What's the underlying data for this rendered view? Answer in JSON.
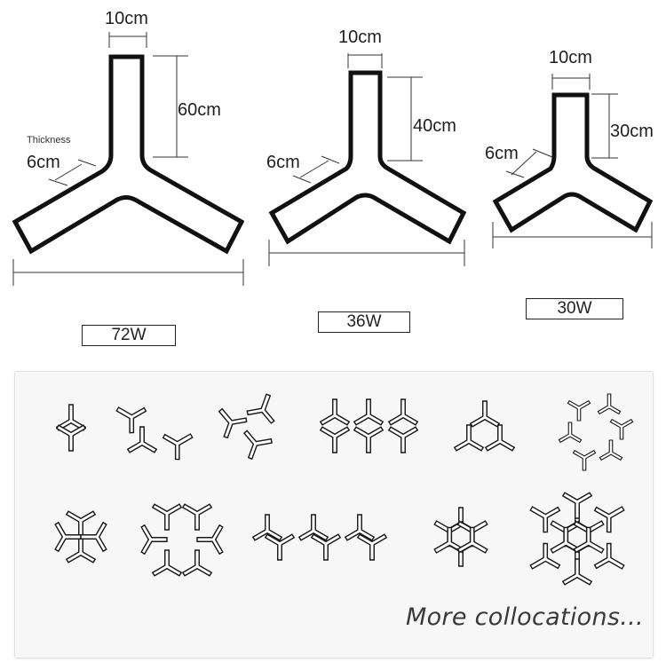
{
  "products": [
    {
      "id": "large",
      "width_label": "10cm",
      "arm_length_label": "60cm",
      "thickness_caption": "Thickness",
      "thickness_label": "6cm",
      "power_label": "72W"
    },
    {
      "id": "medium",
      "width_label": "10cm",
      "arm_length_label": "40cm",
      "thickness_label": "6cm",
      "power_label": "36W"
    },
    {
      "id": "small",
      "width_label": "10cm",
      "arm_length_label": "30cm",
      "thickness_label": "6cm",
      "power_label": "30W"
    }
  ],
  "collocations": {
    "row1": [
      "diamond-pair",
      "zigzag-chain",
      "triple-cluster",
      "h-row-triple",
      "triangle-cluster",
      "ring-of-six"
    ],
    "row2": [
      "cross-four",
      "hexagon-ring",
      "staggered-pairs",
      "snowflake-six",
      "snowflake-twelve"
    ],
    "caption": "More collocations..."
  },
  "colors": {
    "outline": "#111111",
    "panel_bg": "#f7f7f7",
    "panel_border": "#e2e2e2",
    "caption": "#3a3a3a"
  }
}
